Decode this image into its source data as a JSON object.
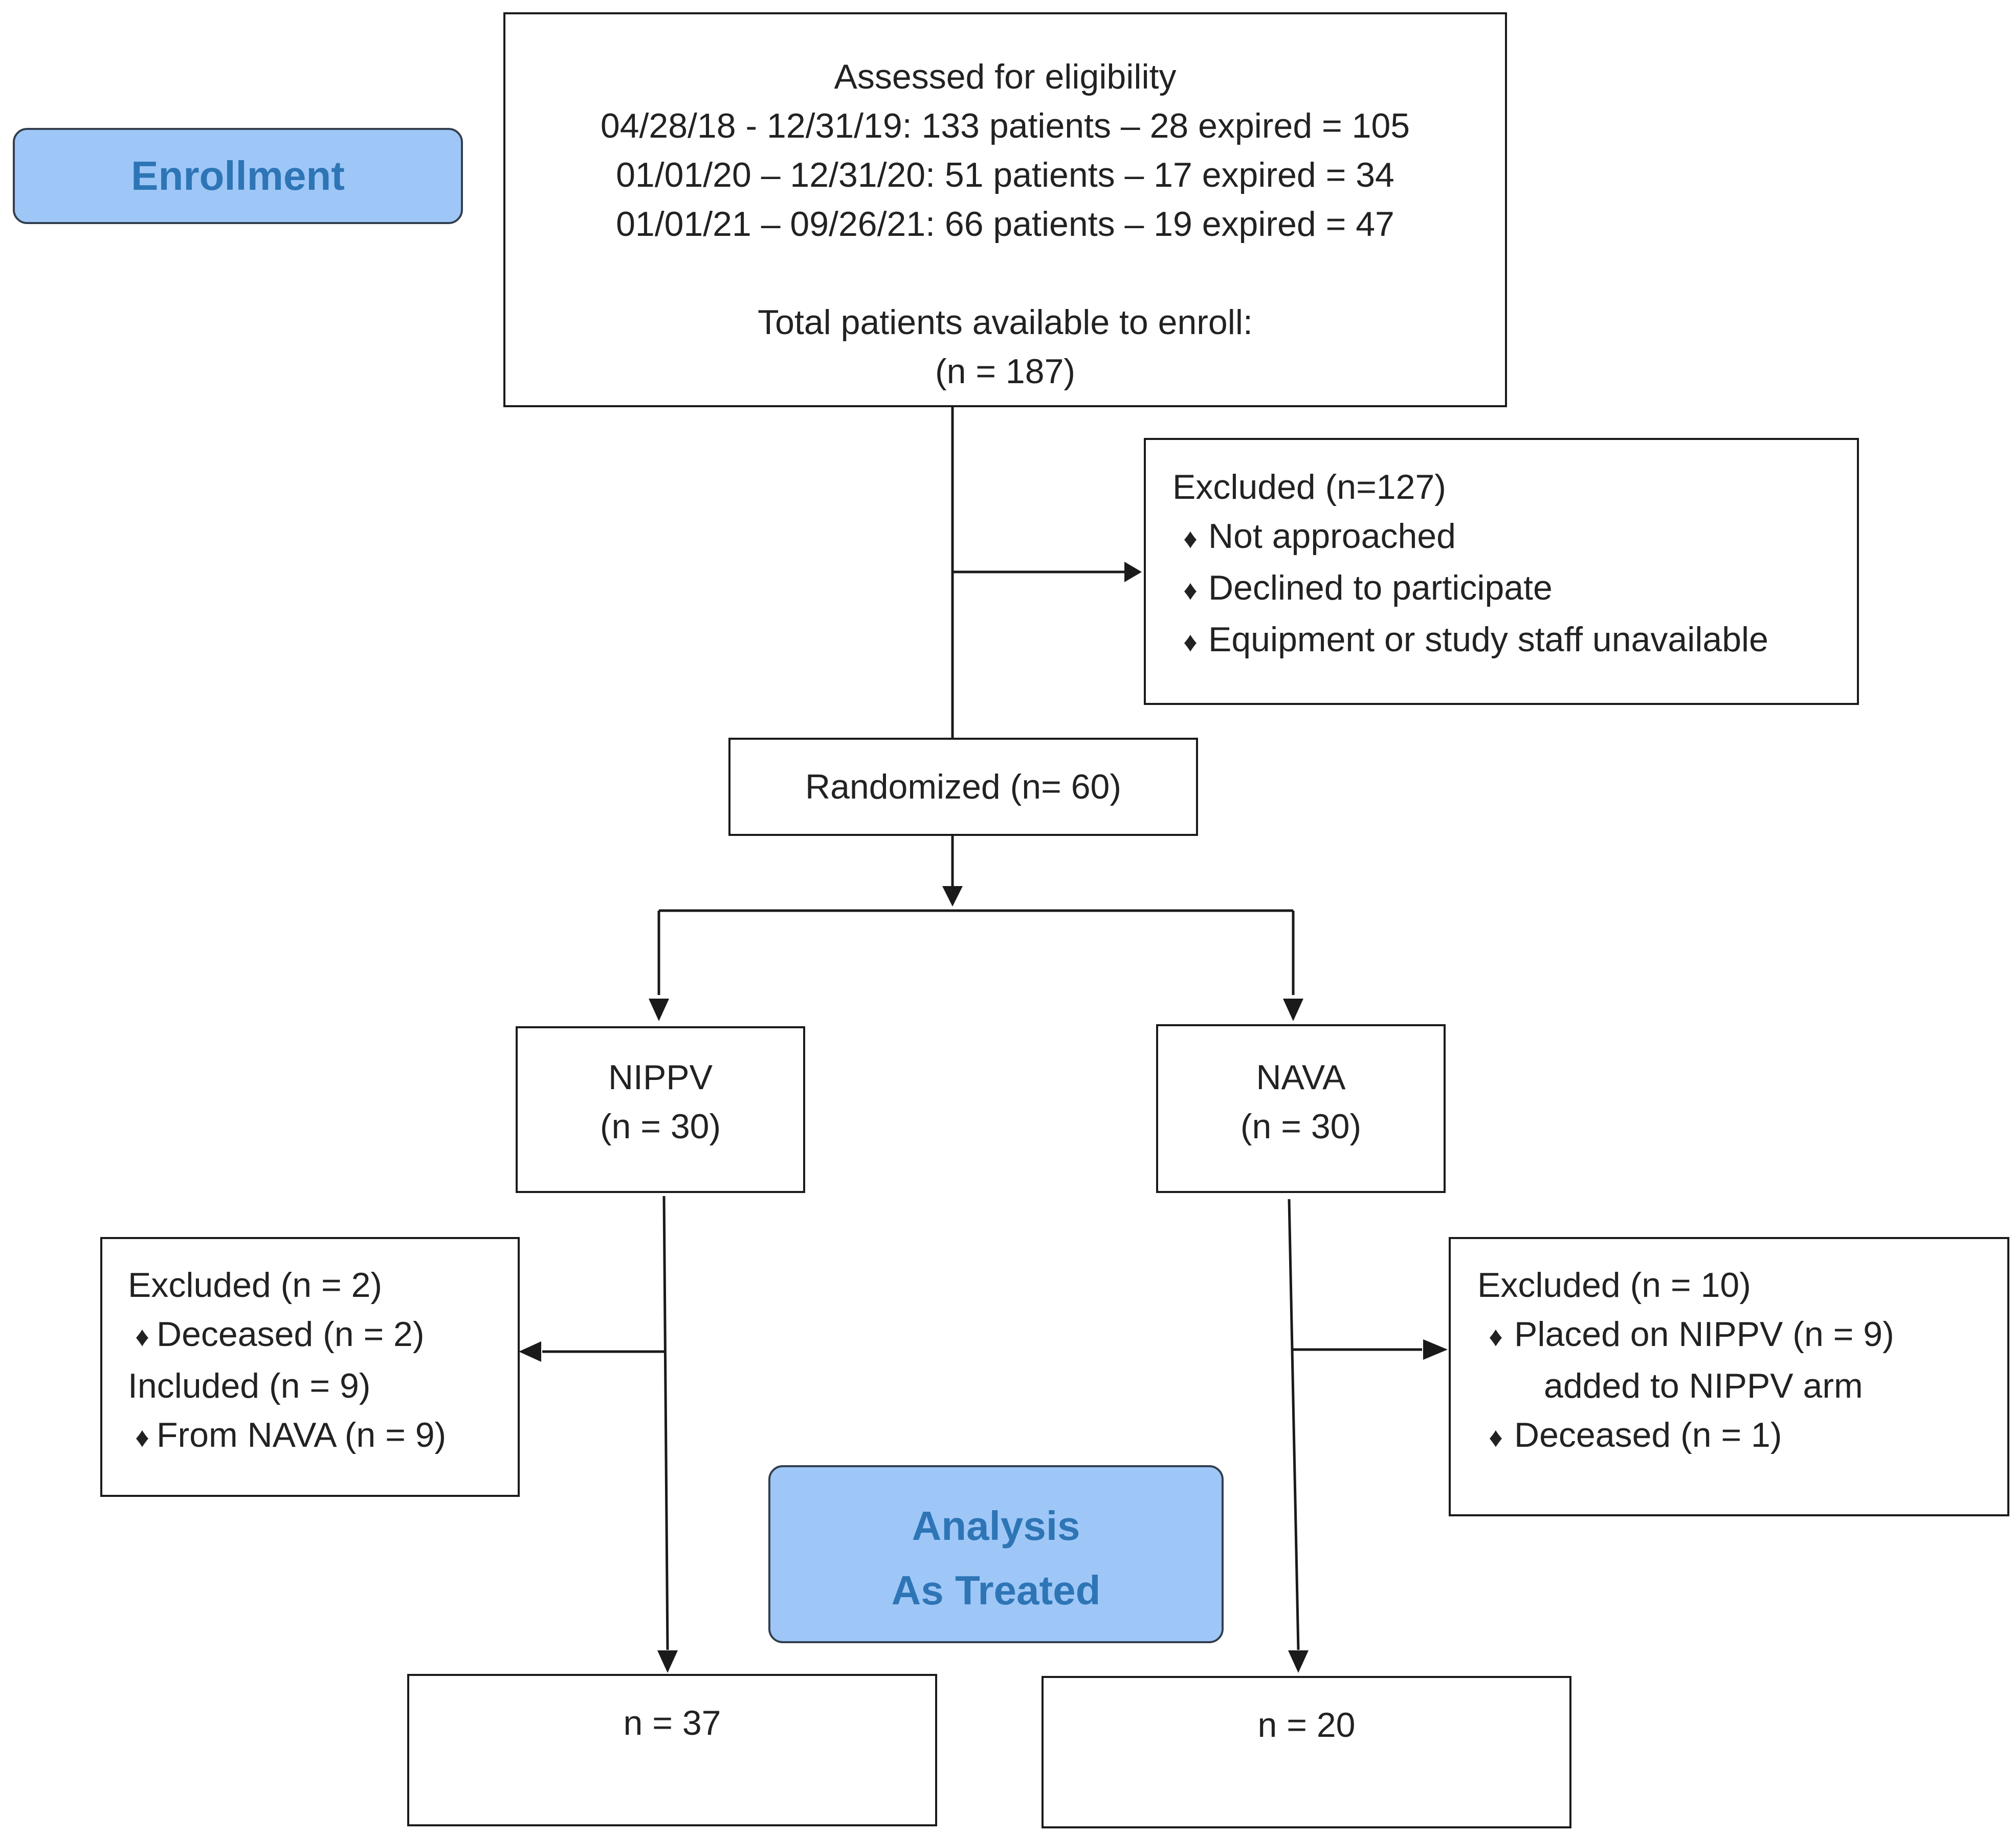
{
  "colors": {
    "label_fill": "#9ec7f7",
    "label_text": "#2e75b6",
    "line": "#1a1a1a"
  },
  "labels": {
    "enrollment": "Enrollment",
    "analysis_line1": "Analysis",
    "analysis_line2": "As Treated"
  },
  "eligibility": {
    "title": "Assessed for eligibility",
    "periods": [
      "04/28/18 - 12/31/19: 133 patients – 28 expired = 105",
      "01/01/20 – 12/31/20: 51 patients – 17 expired = 34",
      "01/01/21 – 09/26/21: 66 patients – 19 expired = 47"
    ],
    "total_label": "Total patients available to enroll:",
    "total_value": "(n = 187)"
  },
  "excluded_main": {
    "title": "Excluded (n=127)",
    "bullet": "♦",
    "items": [
      "Not approached",
      "Declined to participate",
      "Equipment or study staff unavailable"
    ]
  },
  "randomized": "Randomized (n= 60)",
  "nippv": {
    "name": "NIPPV",
    "count": "(n = 30)"
  },
  "nava": {
    "name": "NAVA",
    "count": "(n = 30)"
  },
  "nippv_adjust": {
    "excluded_title": "Excluded (n = 2)",
    "excluded_item": "Deceased (n = 2)",
    "included_title": "Included (n = 9)",
    "included_item": "From NAVA (n = 9)"
  },
  "nava_adjust": {
    "excluded_title": "Excluded (n = 10)",
    "item1_line1": "Placed on NIPPV (n = 9)",
    "item1_line2": "added to NIPPV arm",
    "item2": "Deceased (n = 1)"
  },
  "final": {
    "nippv": "n = 37",
    "nava": "n = 20"
  }
}
